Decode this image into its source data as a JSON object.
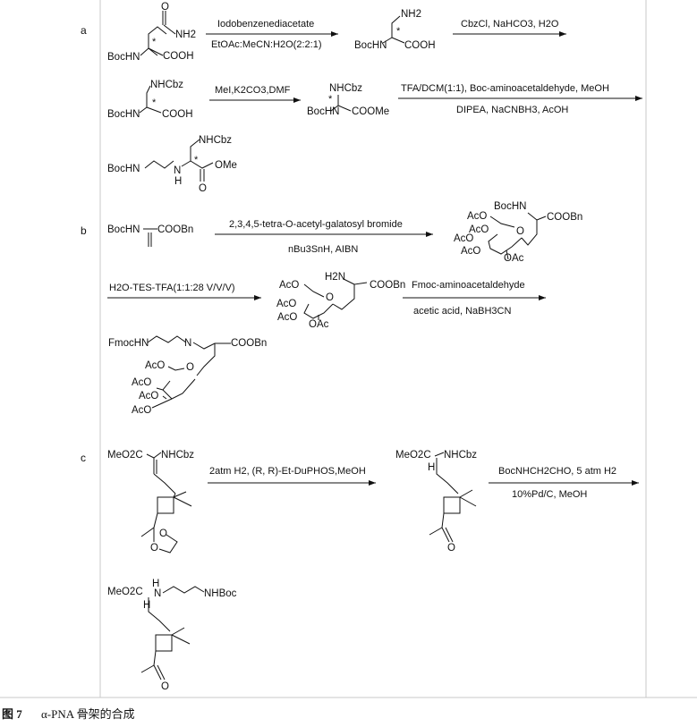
{
  "sections": {
    "a": "a",
    "b": "b",
    "c": "c"
  },
  "scheme_a": {
    "sm1": {
      "top": "O",
      "nh2": "NH2",
      "star": "*",
      "bochn": "BocHN",
      "cooh": "COOH"
    },
    "step1": {
      "reagent": "Iodobenzenediacetate",
      "solvent": "EtOAc:MeCN:H2O(2:2:1)"
    },
    "p1": {
      "nh2": "NH2",
      "star": "*",
      "bochn": "BocHN",
      "cooh": "COOH"
    },
    "step2": {
      "reagent": "CbzCl, NaHCO3, H2O"
    },
    "p2": {
      "nhcbz": "NHCbz",
      "star": "*",
      "bochn": "BocHN",
      "cooh": "COOH"
    },
    "step3": {
      "reagent": "MeI,K2CO3,DMF"
    },
    "p3": {
      "nhcbz": "NHCbz",
      "star": "*",
      "bochn": "BocHN",
      "coome": "COOMe"
    },
    "step4": {
      "top": "TFA/DCM(1:1), Boc-aminoacetaldehyde, MeOH",
      "bottom": "DIPEA, NaCNBH3, AcOH"
    },
    "p4": {
      "nhcbz": "NHCbz",
      "bochn": "BocHN",
      "n": "N",
      "h": "H",
      "star": "*",
      "ome": "OMe",
      "o": "O"
    }
  },
  "scheme_b": {
    "sm": {
      "bochn": "BocHN",
      "coobn": "COOBn"
    },
    "step1": {
      "top": "2,3,4,5-tetra-O-acetyl-galatosyl bromide",
      "bottom": "nBu3SnH, AIBN"
    },
    "p1": {
      "aco1": "AcO",
      "bochn": "BocHN",
      "coobn": "COOBn",
      "aco2": "AcO",
      "o": "O",
      "aco3": "AcO",
      "aco4": "AcO",
      "oac": "OAc"
    },
    "step2": {
      "reagent": "H2O-TES-TFA(1:1:28 V/V/V)"
    },
    "p2": {
      "aco1": "AcO",
      "h2n": "H2N",
      "coobn": "COOBn",
      "aco2": "AcO",
      "o": "O",
      "aco3": "AcO",
      "oac": "OAc"
    },
    "step3": {
      "top": "Fmoc-aminoacetaldehyde",
      "bottom": "acetic acid, NaBH3CN"
    },
    "p3": {
      "fmochn": "FmocHN",
      "n": "N",
      "coobn": "COOBn",
      "aco1": "AcO",
      "o": "O",
      "aco2": "AcO",
      "aco3": "AcO",
      "aco4": "AcO"
    }
  },
  "scheme_c": {
    "sm": {
      "meo2c": "MeO2C",
      "nhcbz": "NHCbz",
      "o1": "O",
      "o2": "O"
    },
    "step1": {
      "reagent": "2atm H2, (R, R)-Et-DuPHOS,MeOH"
    },
    "p1": {
      "meo2c": "MeO2C",
      "nhcbz": "NHCbz",
      "h": "H",
      "o": "O"
    },
    "step2": {
      "top": "BocNHCH2CHO, 5 atm H2",
      "bottom": "10%Pd/C, MeOH"
    },
    "p2": {
      "meo2c": "MeO2C",
      "n": "N",
      "h1": "H",
      "h2": "H",
      "nhboc": "NHBoc",
      "o": "O"
    }
  },
  "caption": {
    "number": "图 7",
    "text": "α-PNA 骨架的合成"
  }
}
